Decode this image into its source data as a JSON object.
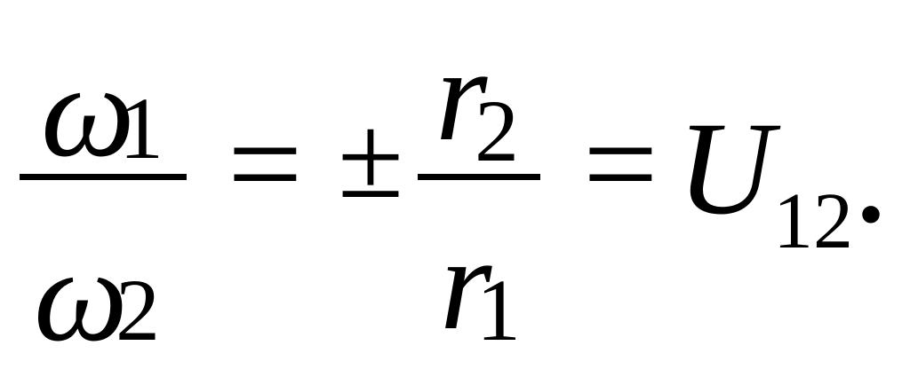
{
  "formula": {
    "left_fraction": {
      "numerator": {
        "symbol": "ω",
        "subscript": "1"
      },
      "denominator": {
        "symbol": "ω",
        "subscript": "2"
      }
    },
    "equals_1": "=",
    "plus_minus": "±",
    "right_fraction": {
      "numerator": {
        "symbol": "r",
        "subscript": "2"
      },
      "denominator": {
        "symbol": "r",
        "subscript": "1"
      }
    },
    "equals_2": "=",
    "result": {
      "symbol": "U",
      "subscript": "12"
    },
    "terminator": "."
  }
}
